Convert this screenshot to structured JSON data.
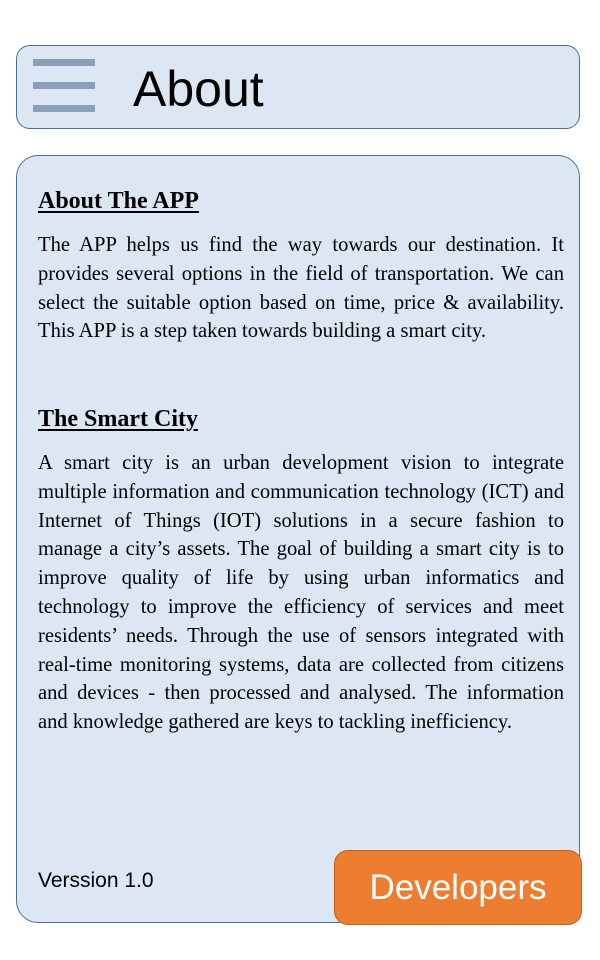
{
  "header": {
    "title": "About",
    "menu_icon": "hamburger-menu-icon"
  },
  "sections": [
    {
      "title": "About The APP",
      "text": "The APP helps us find the way towards our destination. It provides several options in the field of transportation. We can select the suitable option based on time, price & availability. This APP is a step taken towards building a smart city."
    },
    {
      "title": "The Smart City",
      "text": "A smart city is an urban development vision to integrate multiple information and communication technology (ICT) and Internet of Things (IOT) solutions in a secure fashion to manage a city’s assets. The goal of building a smart city is to improve quality of life by using urban informatics and technology to improve the efficiency of services and meet residents’ needs.  Through the use of sensors integrated with real-time monitoring systems, data are collected from citizens and devices - then processed and analysed. The information and knowledge gathered are keys to tackling inefficiency."
    }
  ],
  "footer": {
    "version": "Verssion 1.0",
    "developers_label": "Developers"
  },
  "colors": {
    "panel_background": "#dce7f3",
    "panel_border": "#4a6f97",
    "menu_icon": "#8a9fba",
    "accent_button": "#ed7d31"
  }
}
